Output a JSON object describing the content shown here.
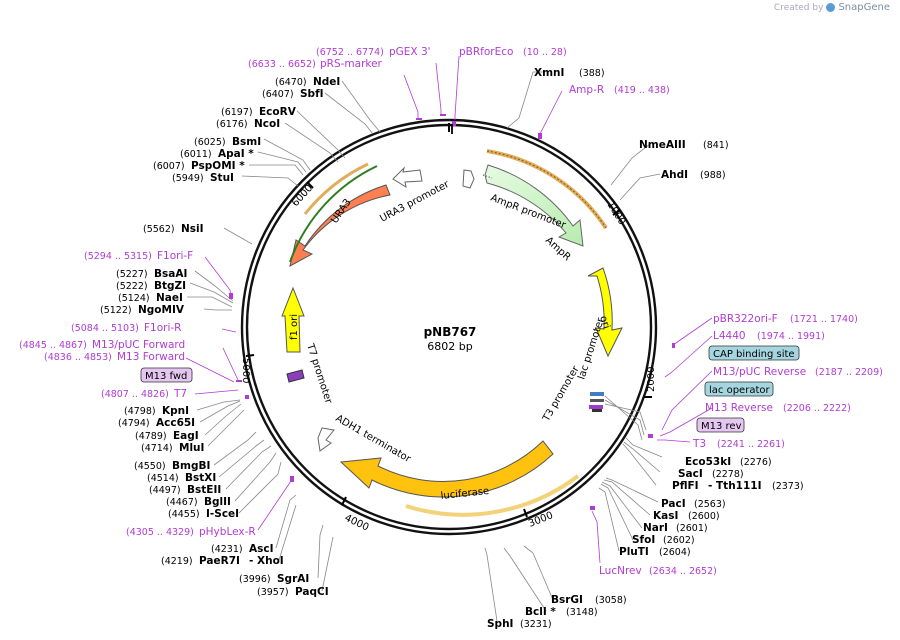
{
  "credit": {
    "prefix": "Created by",
    "brand": "SnapGene"
  },
  "plasmid": {
    "name": "pNB767",
    "size": "6802 bp"
  },
  "ticks": [
    "1000",
    "2000",
    "3000",
    "4000",
    "5000",
    "6000"
  ],
  "primers": [
    {
      "id": "pgex3",
      "name": "pGEX 3'",
      "coords": "(6752 .. 6774)"
    },
    {
      "id": "prs",
      "name": "pRS-marker",
      "coords": "(6633 .. 6652)"
    },
    {
      "id": "pbrfor",
      "name": "pBRforEco",
      "coords": "(10 .. 28)"
    },
    {
      "id": "ampr",
      "name": "Amp-R",
      "coords": "(419 .. 438)"
    },
    {
      "id": "f1orif",
      "name": "F1ori-F",
      "coords": "(5294 .. 5315)"
    },
    {
      "id": "f1orir",
      "name": "F1ori-R",
      "coords": "(5084 .. 5103)"
    },
    {
      "id": "m13puc",
      "name": "M13/pUC Forward",
      "coords": "(4845 .. 4867)"
    },
    {
      "id": "m13fw",
      "name": "M13 Forward",
      "coords": "(4836 .. 4853)"
    },
    {
      "id": "t7",
      "name": "T7",
      "coords": "(4807 .. 4826)"
    },
    {
      "id": "phyb",
      "name": "pHybLex-R",
      "coords": "(4305 .. 4329)"
    },
    {
      "id": "pbr322",
      "name": "pBR322ori-F",
      "coords": "(1721 .. 1740)"
    },
    {
      "id": "l4440",
      "name": "L4440",
      "coords": "(1974 .. 1991)"
    },
    {
      "id": "m13pucrev",
      "name": "M13/pUC Reverse",
      "coords": "(2187 .. 2209)"
    },
    {
      "id": "m13rev",
      "name": "M13 Reverse",
      "coords": "(2206 .. 2222)"
    },
    {
      "id": "t3",
      "name": "T3",
      "coords": "(2241 .. 2261)"
    },
    {
      "id": "lucnrev",
      "name": "LucNrev",
      "coords": "(2634 .. 2652)"
    }
  ],
  "boxed_labels": {
    "m13fwd": "M13 fwd",
    "cap": "CAP binding site",
    "lacop": "lac operator",
    "m13revbox": "M13 rev"
  },
  "enzymes": {
    "xmni": {
      "name": "XmnI",
      "pos": "(388)"
    },
    "nmeaiii": {
      "name": "NmeAIII",
      "pos": "(841)"
    },
    "ahdi": {
      "name": "AhdI",
      "pos": "(988)"
    },
    "ndei": {
      "name": "NdeI",
      "pos": "(6470)"
    },
    "sbfi": {
      "name": "SbfI",
      "pos": "(6407)"
    },
    "ecorv": {
      "name": "EcoRV",
      "pos": "(6197)"
    },
    "ncoi": {
      "name": "NcoI",
      "pos": "(6176)"
    },
    "bsmi": {
      "name": "BsmI",
      "pos": "(6025)"
    },
    "apai": {
      "name": "ApaI *",
      "pos": "(6011)"
    },
    "pspomi": {
      "name": "PspOMI *",
      "pos": "(6007)"
    },
    "stui": {
      "name": "StuI",
      "pos": "(5949)"
    },
    "nsii": {
      "name": "NsiI",
      "pos": "(5562)"
    },
    "bsaai": {
      "name": "BsaAI",
      "pos": "(5227)"
    },
    "btgzi": {
      "name": "BtgZI",
      "pos": "(5222)"
    },
    "naei": {
      "name": "NaeI",
      "pos": "(5124)"
    },
    "ngomiv": {
      "name": "NgoMIV",
      "pos": "(5122)"
    },
    "kpni": {
      "name": "KpnI",
      "pos": "(4798)"
    },
    "acc65i": {
      "name": "Acc65I",
      "pos": "(4794)"
    },
    "eagi": {
      "name": "EagI",
      "pos": "(4789)"
    },
    "mlui": {
      "name": "MluI",
      "pos": "(4714)"
    },
    "bmgbi": {
      "name": "BmgBI",
      "pos": "(4550)"
    },
    "bstxi": {
      "name": "BstXI",
      "pos": "(4514)"
    },
    "bsteii": {
      "name": "BstEII",
      "pos": "(4497)"
    },
    "bglii": {
      "name": "BglII",
      "pos": "(4467)"
    },
    "iscei": {
      "name": "I-SceI",
      "pos": "(4455)"
    },
    "asci": {
      "name": "AscI",
      "pos": "(4231)"
    },
    "paer7i": {
      "name": "PaeR7I",
      "pos": "(4219)"
    },
    "xhoi": {
      "name": "- XhoI"
    },
    "sgrai": {
      "name": "SgrAI",
      "pos": "(3996)"
    },
    "paqci": {
      "name": "PaqCI",
      "pos": "(3957)"
    },
    "eco53ki": {
      "name": "Eco53kI",
      "pos": "(2276)"
    },
    "saci": {
      "name": "SacI",
      "pos": "(2278)"
    },
    "pflfi": {
      "name": "PflFI",
      "pos": "(2373)"
    },
    "tth111i": {
      "name": "- Tth111I"
    },
    "paci": {
      "name": "PacI",
      "pos": "(2563)"
    },
    "kasi": {
      "name": "KasI",
      "pos": "(2600)"
    },
    "nari": {
      "name": "NarI",
      "pos": "(2601)"
    },
    "sfoi": {
      "name": "SfoI",
      "pos": "(2602)"
    },
    "pluti": {
      "name": "PluTI",
      "pos": "(2604)"
    },
    "bsrgi": {
      "name": "BsrGI",
      "pos": "(3058)"
    },
    "bcli": {
      "name": "BclI *",
      "pos": "(3148)"
    },
    "sphi": {
      "name": "SphI",
      "pos": "(3231)"
    }
  },
  "features": {
    "ura3": "URA3",
    "ura3prom": "URA3 promoter",
    "amprprom": "AmpR promoter",
    "ampr": "AmpR",
    "ori": "ori",
    "lacprom": "lac promoter",
    "t3prom": "T3 promoter",
    "f1ori": "f1 ori",
    "t7prom": "T7 promoter",
    "adh1": "ADH1 terminator",
    "luciferase": "luciferase"
  },
  "colors": {
    "primer": "#b03cd1",
    "ampr": "#ccf5c4",
    "ura3": "#ff7f50",
    "ori": "#ffff00",
    "luciferase": "#ffc20e",
    "cap_box": "#a5d6e0",
    "m13_box": "#e5c6f0"
  }
}
